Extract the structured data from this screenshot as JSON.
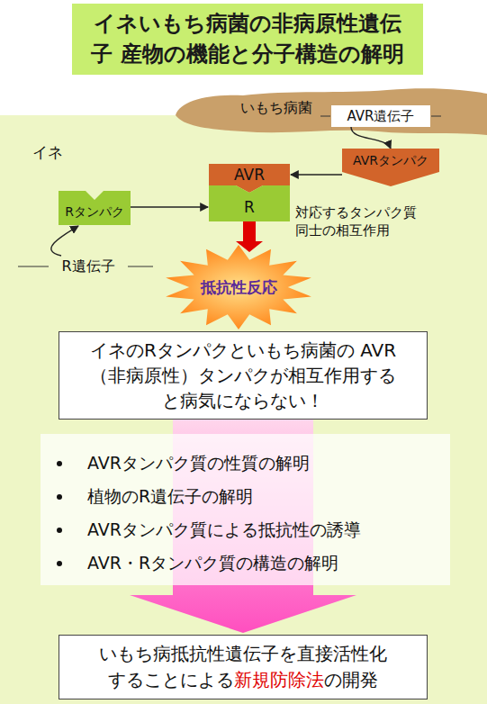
{
  "diagram": {
    "title": "イネいもち病菌の非病原性遺伝子 産物の機能と分子構造の解明",
    "nodes": [
      {
        "text": [
          "いもち病菌"
        ]
      },
      {
        "text": [
          "AVR遺伝子"
        ],
        "in": 0
      },
      {
        "text": [
          "イネ"
        ]
      },
      {
        "text": [
          "AVRタンパク"
        ],
        "in": 2
      },
      {
        "text": [
          "AVR"
        ],
        "in": 2
      },
      {
        "text": [
          "R"
        ],
        "in": 2
      },
      {
        "text": [
          "Rタンパク"
        ],
        "in": 2
      },
      {
        "text": [
          "R遺伝子"
        ],
        "in": 2
      },
      {
        "text": [
          "抵抗性反応"
        ],
        "in": 2
      },
      {
        "text": [
          "イネのRタンパクといもち病菌の AVR（非病原性）タンパクが相互作用すると病気にならない！"
        ],
        "in": 2
      },
      {
        "text": [
          "AVRタンパク質の性質の解明",
          "植物のR遺伝子の解明",
          "AVRタンパク質による抵抗性の誘導",
          "AVR・Rタンパク質の構造の解明"
        ],
        "in": 2
      },
      {
        "text": [
          "いもち病抵抗性遺伝子を直接活性化することによる",
          "新規防除法",
          "の開発"
        ],
        "in": 2
      }
    ],
    "edges": [
      {
        "from": 1,
        "to": 3,
        "arrow": "to"
      },
      {
        "from": 3,
        "to": 4,
        "arrow": "to"
      },
      {
        "from": 6,
        "to": 5,
        "arrow": "to"
      },
      {
        "from": 7,
        "to": 6,
        "arrow": "to"
      },
      {
        "from": 5,
        "to": 8,
        "arrow": "to"
      },
      {
        "from": 9,
        "to": 11,
        "arrow": "to"
      }
    ],
    "labels": [
      "対応するタンパク質 同士の相互作用"
    ]
  }
}
